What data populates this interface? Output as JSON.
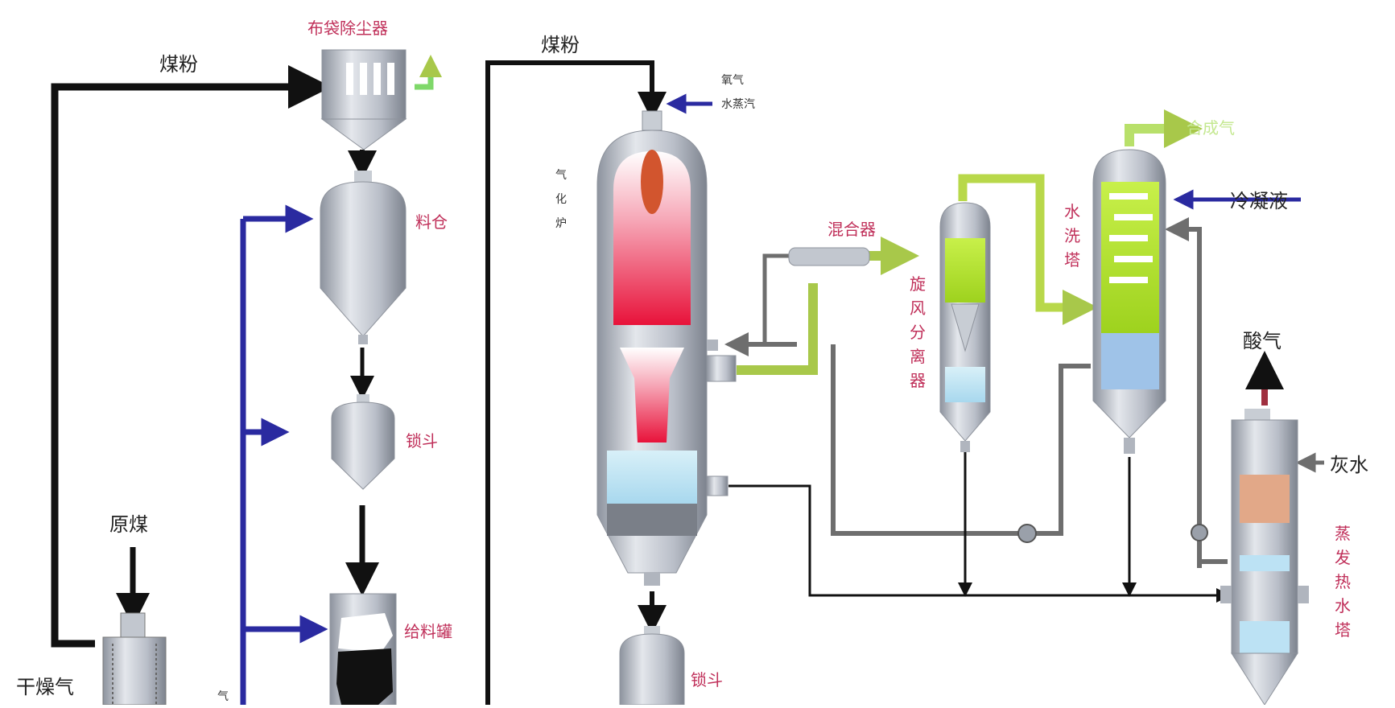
{
  "labels": {
    "coal_powder_left": "煤粉",
    "coal_powder_right": "煤粉",
    "bag_filter": "布袋除尘器",
    "silo": "料仓",
    "lock_hopper_1": "锁斗",
    "feed_tank": "给料罐",
    "raw_coal": "原煤",
    "dry_gas": "干燥气",
    "carrier_gas": "气",
    "oxygen": "氧气",
    "steam": "水蒸汽",
    "gasifier": [
      "气",
      "化",
      "炉"
    ],
    "mixer": "混合器",
    "cyclone": [
      "旋",
      "风",
      "分",
      "离",
      "器"
    ],
    "scrubber": [
      "水",
      "洗",
      "塔"
    ],
    "syngas": "合成气",
    "condensate": "冷凝液",
    "acid_gas": "酸气",
    "grey_water": "灰水",
    "evaporator": [
      "蒸",
      "发",
      "热",
      "水",
      "塔"
    ],
    "lock_hopper_2": "锁斗"
  },
  "colors": {
    "black_line": "#111111",
    "blue_line": "#2a2aa0",
    "gray_line": "#6e6e6e",
    "green_line": "#a8c84a",
    "label_red": "#c0305a",
    "vessel": "#b7bcc6",
    "acid_arrow": "#a03040"
  },
  "icons": [
    "up-arrow-icon",
    "down-arrow-icon",
    "right-arrow-icon",
    "left-arrow-icon",
    "valve-icon"
  ]
}
